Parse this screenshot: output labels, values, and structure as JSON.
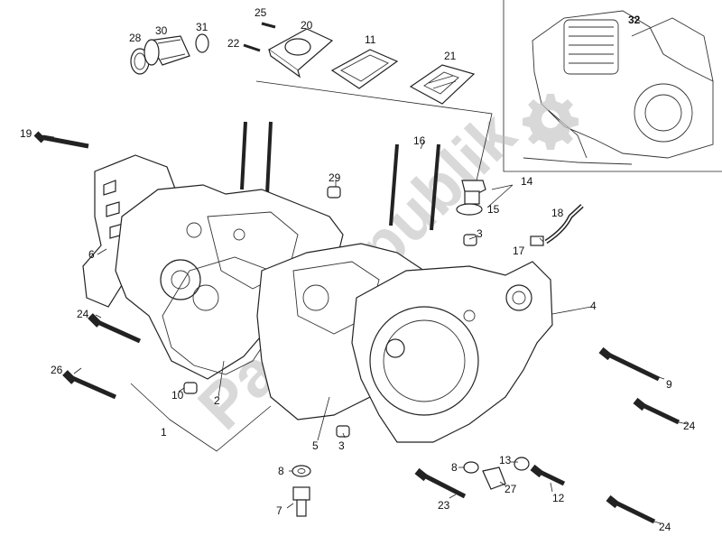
{
  "watermark": "Partsrepublik",
  "callouts": [
    {
      "id": "c28",
      "text": "28"
    },
    {
      "id": "c30",
      "text": "30"
    },
    {
      "id": "c31",
      "text": "31"
    },
    {
      "id": "c25",
      "text": "25"
    },
    {
      "id": "c22",
      "text": "22"
    },
    {
      "id": "c20",
      "text": "20"
    },
    {
      "id": "c11",
      "text": "11"
    },
    {
      "id": "c21",
      "text": "21"
    },
    {
      "id": "c32",
      "text": "32"
    },
    {
      "id": "c19",
      "text": "19"
    },
    {
      "id": "c16",
      "text": "16"
    },
    {
      "id": "c29",
      "text": "29"
    },
    {
      "id": "c14",
      "text": "14"
    },
    {
      "id": "c15",
      "text": "15"
    },
    {
      "id": "c18",
      "text": "18"
    },
    {
      "id": "c17",
      "text": "17"
    },
    {
      "id": "c6",
      "text": "6"
    },
    {
      "id": "c3a",
      "text": "3"
    },
    {
      "id": "c4",
      "text": "4"
    },
    {
      "id": "c24a",
      "text": "24"
    },
    {
      "id": "c9",
      "text": "9"
    },
    {
      "id": "c26",
      "text": "26"
    },
    {
      "id": "c10",
      "text": "10"
    },
    {
      "id": "c2",
      "text": "2"
    },
    {
      "id": "c24b",
      "text": "24"
    },
    {
      "id": "c1",
      "text": "1"
    },
    {
      "id": "c5",
      "text": "5"
    },
    {
      "id": "c3b",
      "text": "3"
    },
    {
      "id": "c8a",
      "text": "8"
    },
    {
      "id": "c13",
      "text": "13"
    },
    {
      "id": "c8b",
      "text": "8"
    },
    {
      "id": "c27",
      "text": "27"
    },
    {
      "id": "c12",
      "text": "12"
    },
    {
      "id": "c23",
      "text": "23"
    },
    {
      "id": "c7",
      "text": "7"
    },
    {
      "id": "c24c",
      "text": "24"
    }
  ]
}
